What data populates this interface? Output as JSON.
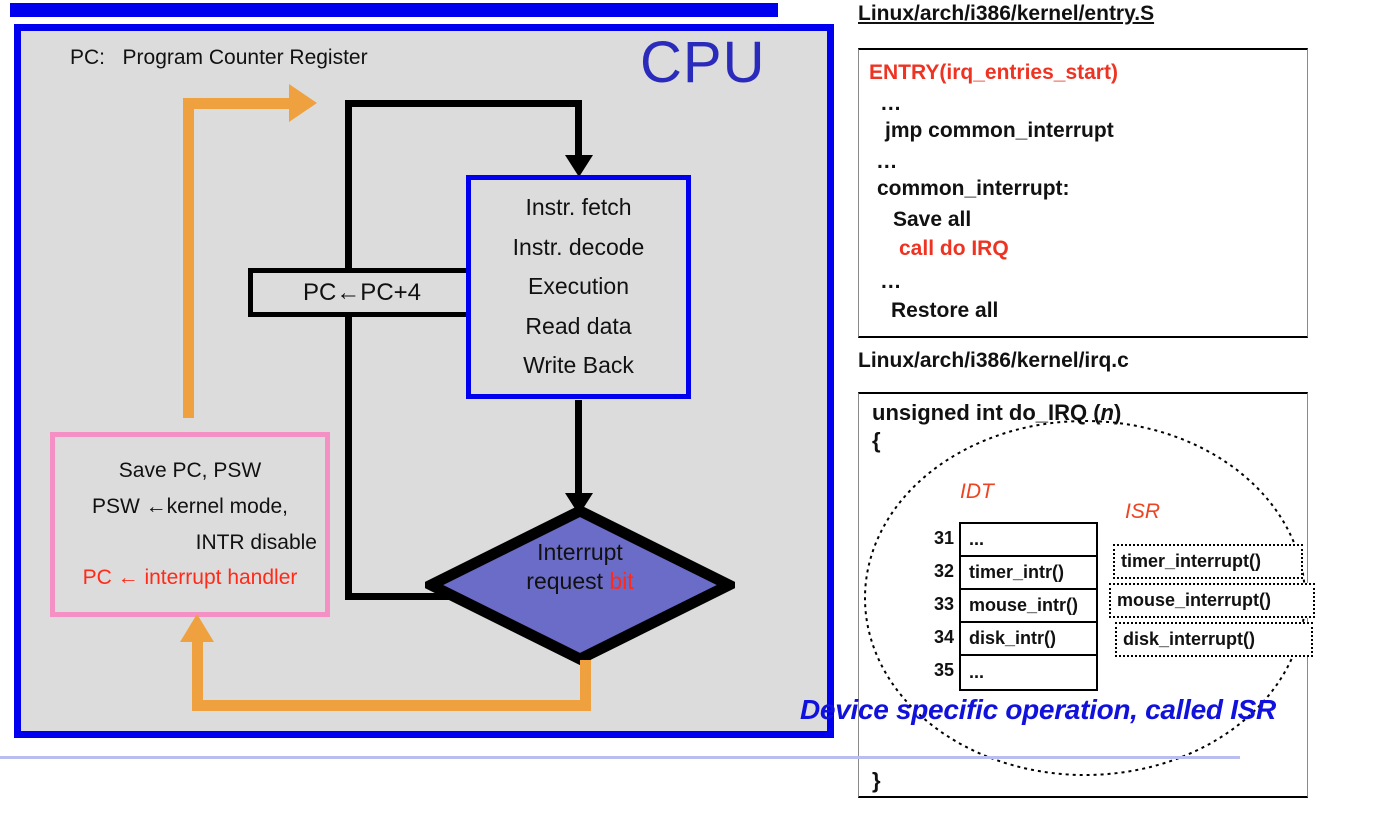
{
  "top_bar": {
    "color": "#0000ee"
  },
  "cpu": {
    "label": "CPU",
    "legend": "PC:   Program Counter Register",
    "border_color": "#0000ee",
    "fill_color": "#dcdcdc"
  },
  "pc_increment": {
    "label": "PC←PC+4"
  },
  "pipeline": {
    "border_color": "#0000ee",
    "stages": [
      "Instr. fetch",
      "Instr. decode",
      "Execution",
      "Read data",
      "Write Back"
    ]
  },
  "diamond": {
    "line1": "Interrupt",
    "line2_prefix": "request ",
    "line2_highlight": "bit",
    "fill_color": "#6b6bc8",
    "highlight_color": "#ff2a18"
  },
  "interrupt_handler_box": {
    "border_color": "#f590c4",
    "lines": [
      "Save PC, PSW",
      "PSW ←kernel mode,",
      "INTR disable"
    ],
    "red_line": "PC ← interrupt handler",
    "red_color": "#ff2a18"
  },
  "arrows": {
    "orange_color": "#efa140",
    "wire_color": "#000000"
  },
  "entry_file": {
    "path_prefix": "Linux/arch/i386/kernel/",
    "path_suffix": "entry.S",
    "path_full": "Linux/arch/i386/kernel/entry.S",
    "code": [
      {
        "text": "ENTRY(irq_entries_start)",
        "color": "red",
        "indent": 0
      },
      {
        "text": "...",
        "color": "black",
        "indent": 1
      },
      {
        "text": "jmp common_interrupt",
        "color": "black",
        "indent": 1
      },
      {
        "text": "...",
        "color": "black",
        "indent": 1
      },
      {
        "text": "common_interrupt:",
        "color": "black",
        "indent": 0
      },
      {
        "text": "Save all",
        "color": "black",
        "indent": 2
      },
      {
        "text": "call do IRQ",
        "color": "red",
        "indent": 2
      },
      {
        "text": "...",
        "color": "black",
        "indent": 1
      },
      {
        "text": "Restore all",
        "color": "black",
        "indent": 2
      }
    ],
    "red_color": "#ee3322"
  },
  "irq_file": {
    "path_full": "Linux/arch/i386/kernel/irq.c",
    "signature_a": "unsigned int do_IRQ (",
    "signature_n": "n",
    "signature_b": ")",
    "open_brace": "{",
    "close_brace": "}",
    "idt_label": "IDT",
    "isr_label": "ISR",
    "label_color": "#ee4422",
    "idt_rows": [
      {
        "index": "31",
        "name": "..."
      },
      {
        "index": "32",
        "name": "timer_intr()"
      },
      {
        "index": "33",
        "name": "mouse_intr()"
      },
      {
        "index": "34",
        "name": "disk_intr()"
      },
      {
        "index": "35",
        "name": "..."
      }
    ],
    "isr_entries": [
      "timer_interrupt()",
      "mouse_interrupt()",
      "disk_interrupt()"
    ]
  },
  "caption": {
    "text": "Device specific operation, called ISR",
    "color": "#1111dd"
  }
}
